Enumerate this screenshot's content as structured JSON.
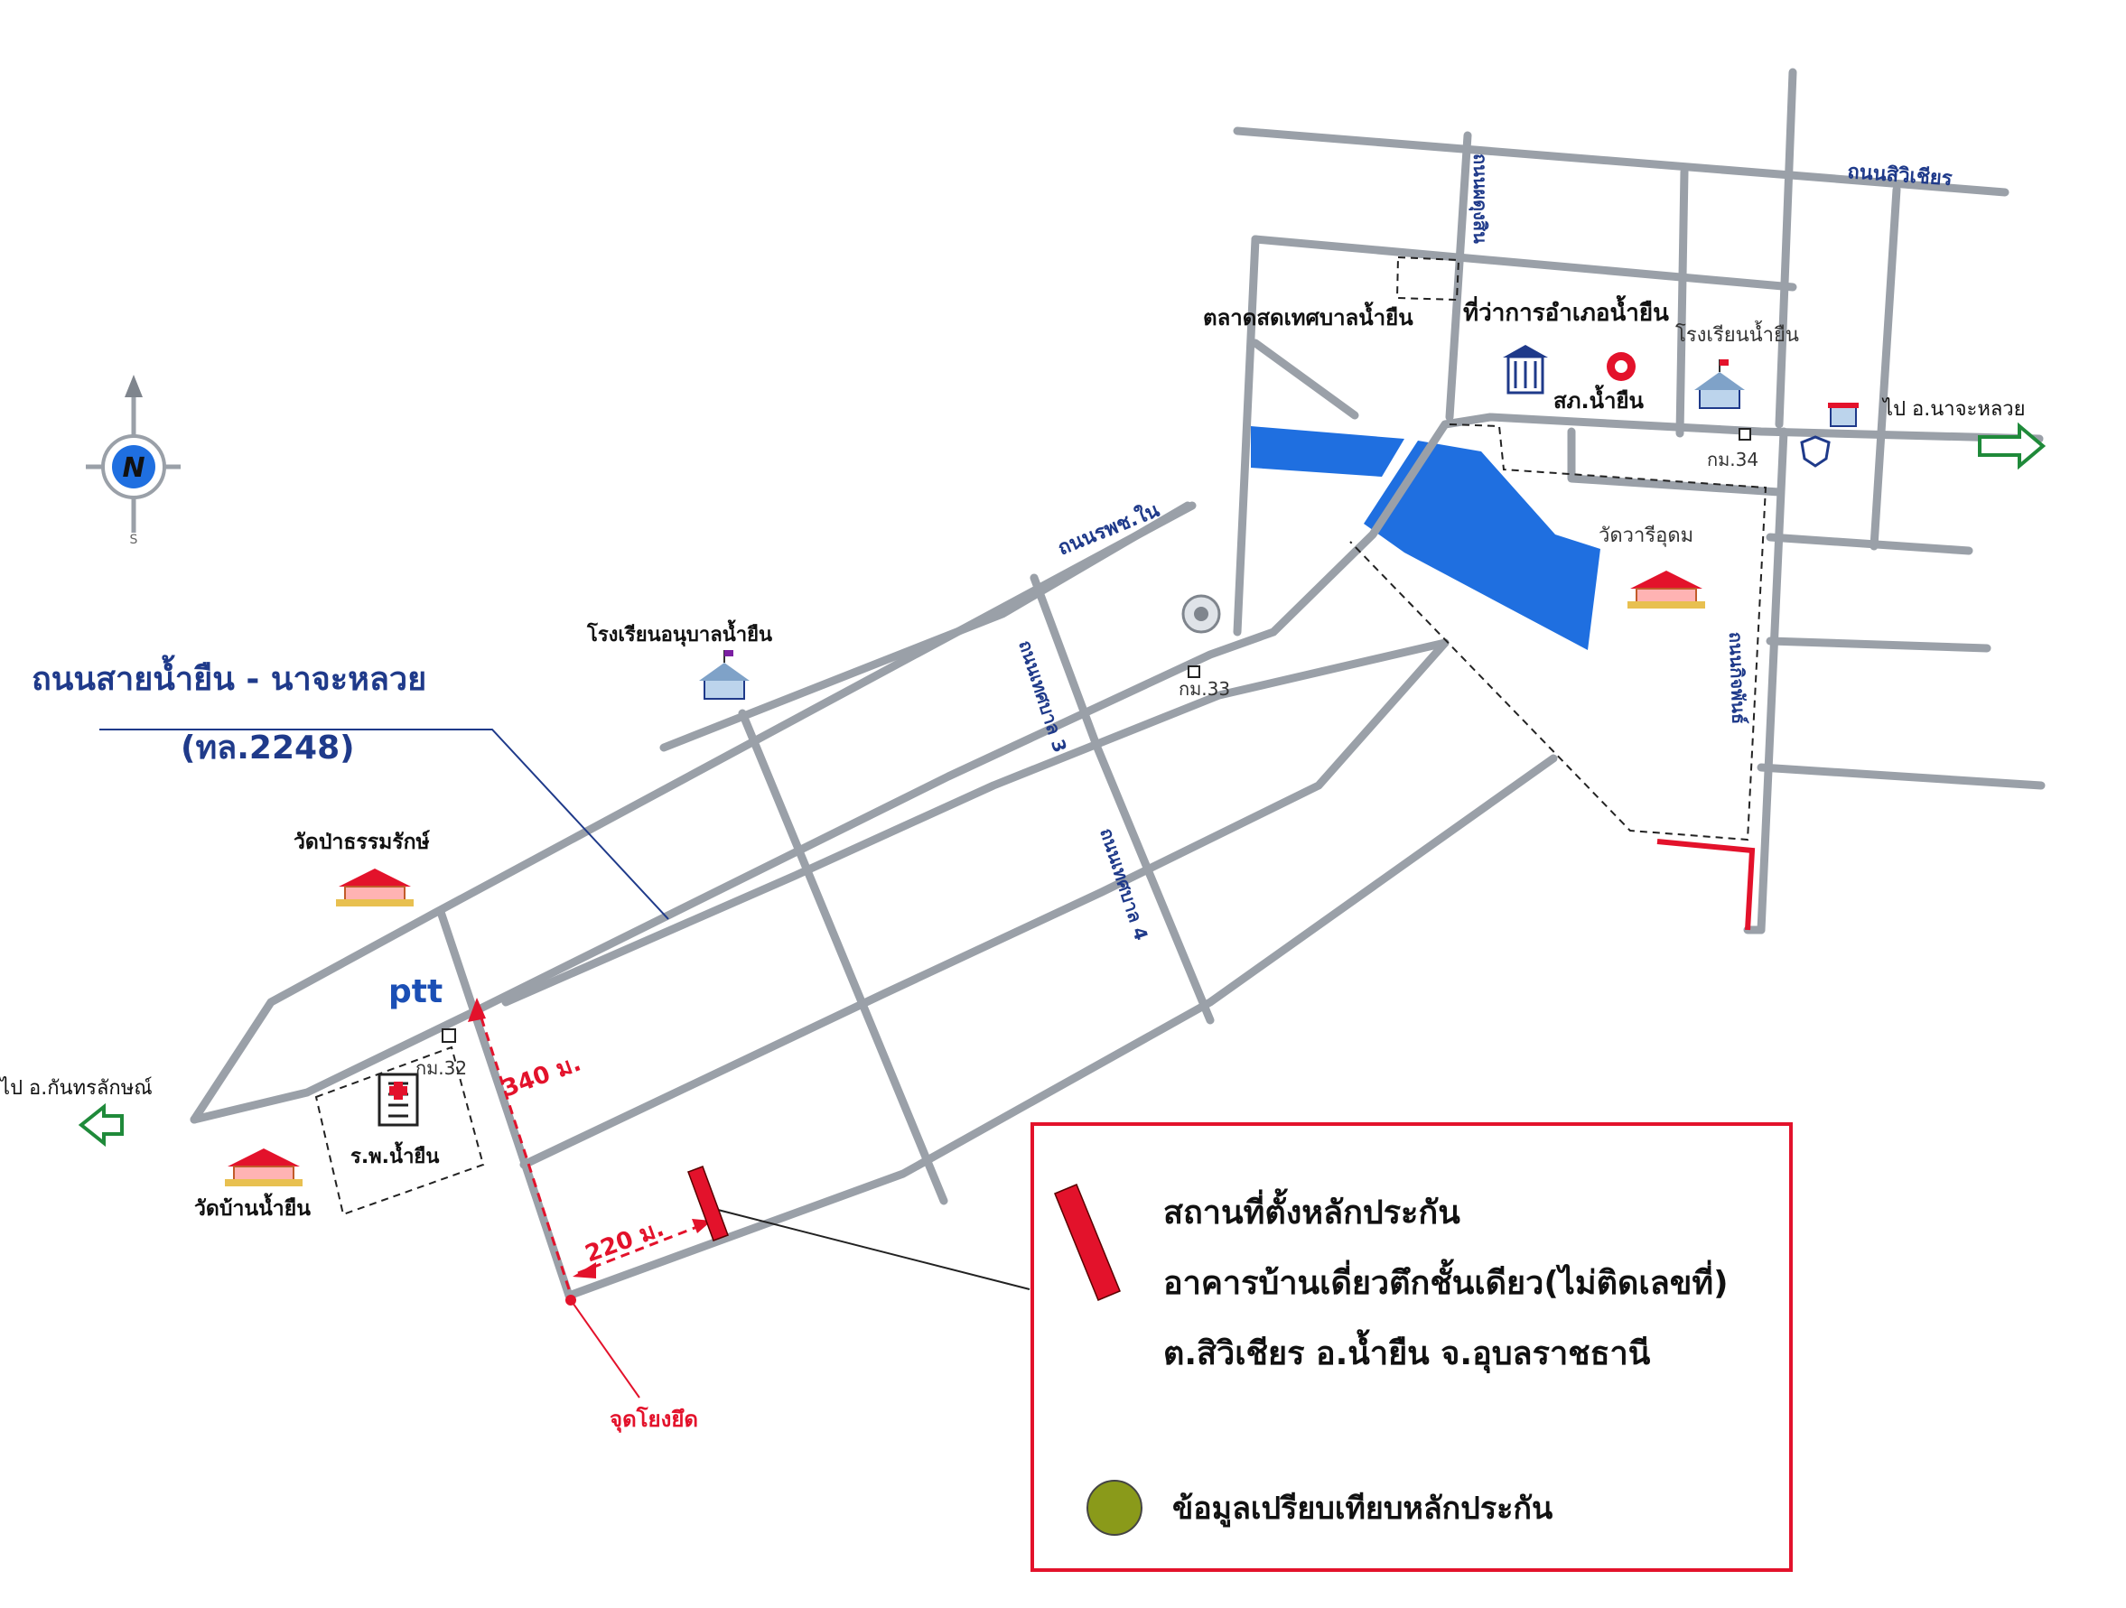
{
  "colors": {
    "road": "#9aa0a8",
    "road_edge": "#7f858d",
    "water": "#1f6fe0",
    "label_blue": "#1f3a8a",
    "red": "#e3122b",
    "legend_dot": "#8a9a1a",
    "ptt": "#1b4fb5",
    "arrow_green": "#1f8a3a"
  },
  "title": {
    "road_name": "ถนนสายน้ำยืน - นาจะหลวย",
    "road_code": "(ทล.2248)"
  },
  "places": {
    "market": "ตลาดสดเทศบาลน้ำยืน",
    "district_office": "ที่ว่าการอำเภอน้ำยืน",
    "police": "สภ.น้ำยืน",
    "school": "โรงเรียนน้ำยืน",
    "kindergarten": "โรงเรียนอนุบาลน้ำยืน",
    "wat_pa": "วัดป่าธรรมรักษ์",
    "wat_wari": "วัดวารีอุดม",
    "wat_ban": "วัดบ้านน้ำยืน",
    "hospital": "ร.พ.น้ำยืน",
    "ptt": "ptt",
    "km32": "กม.32",
    "km33": "กม.33",
    "km34": "กม.34"
  },
  "roads": {
    "siwichian": "ถนนสิวิเชียร",
    "phatsarin": "ถนนผดุงสิน",
    "ros_nai": "ถนนรพช.ใน",
    "thetsaban3": "ถนนเทศบาล 3",
    "thetsaban4": "ถนนเทศบาล 4",
    "kitpan": "ถนนกิจพันธ์"
  },
  "directions": {
    "to_najaluay": "ไป อ.นาจะหลวย",
    "to_kantharalak": "ไป อ.กันทรลักษณ์"
  },
  "measurements": {
    "dist_340": "340 ม.",
    "dist_220": "220 ม.",
    "anchor": "จุดโยงยึด"
  },
  "compass": {
    "north": "N",
    "south": "S"
  },
  "legend": {
    "collateral_location": "สถานที่ตั้งหลักประกัน",
    "building_type": "อาคารบ้านเดี่ยวตึกชั้นเดียว(ไม่ติดเลขที่)",
    "address": "ต.สิวิเชียร อ.น้ำยืน จ.อุบลราชธานี",
    "comparison_data": "ข้อมูลเปรียบเทียบหลักประกัน"
  }
}
